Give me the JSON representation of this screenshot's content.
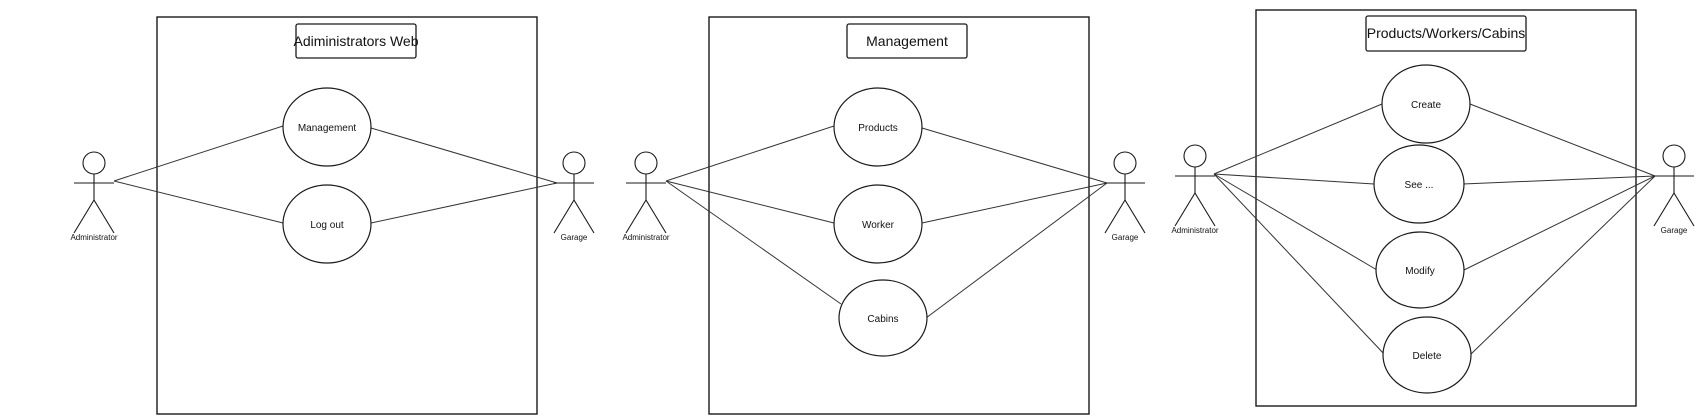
{
  "diagrams": [
    {
      "title": "Adiministrators Web",
      "left_actor": "Administrator",
      "right_actor": "Garage",
      "use_cases": [
        "Management",
        "Log out"
      ]
    },
    {
      "title": "Management",
      "left_actor": "Administrator",
      "right_actor": "Garage",
      "use_cases": [
        "Products",
        "Worker",
        "Cabins"
      ]
    },
    {
      "title": "Products/Workers/Cabins",
      "left_actor": "Administrator",
      "right_actor": "Garage",
      "use_cases": [
        "Create",
        "See ...",
        "Modify",
        "Delete"
      ]
    }
  ]
}
